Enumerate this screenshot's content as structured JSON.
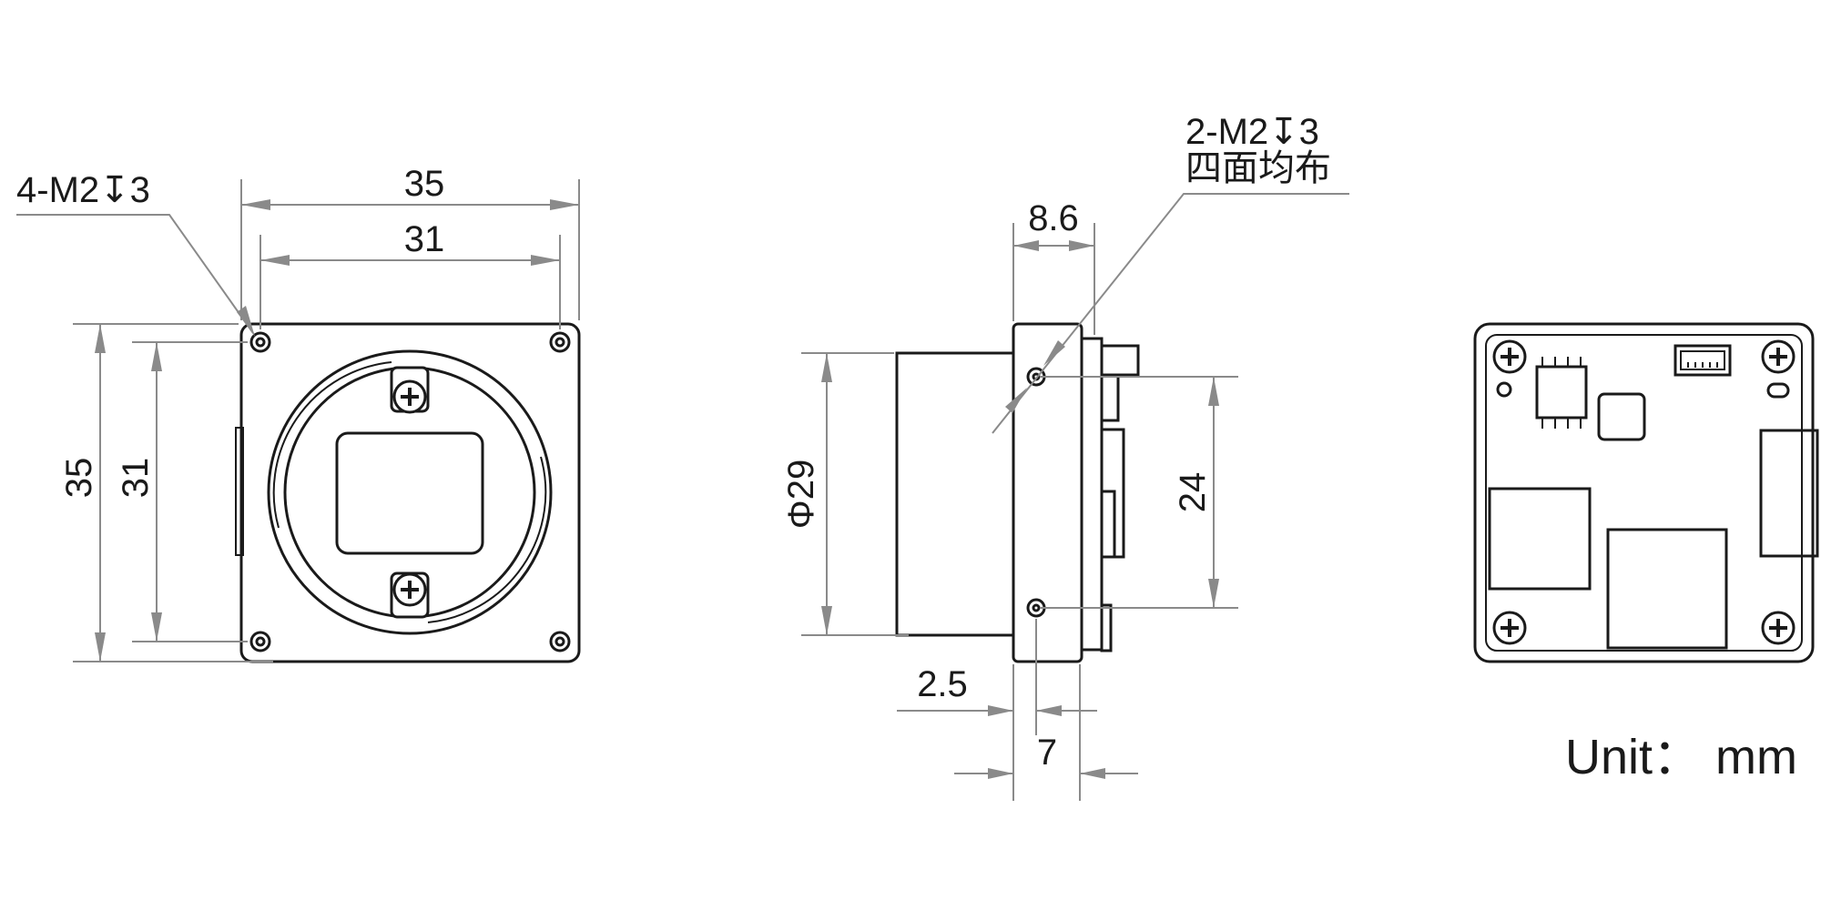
{
  "front_view": {
    "hole_callout": "4-M2↧3",
    "dim_width_outer": "35",
    "dim_width_inner": "31",
    "dim_height_outer": "35",
    "dim_height_inner": "31"
  },
  "side_view": {
    "hole_callout_line1": "2-M2↧3",
    "hole_callout_line2": "四面均布",
    "dim_top": "8.6",
    "dim_diameter": "Φ29",
    "dim_hole_spacing": "24",
    "dim_front_offset": "2.5",
    "dim_depth": "7"
  },
  "back_view": {},
  "unit_label": "Unit： mm",
  "colors": {
    "line": "#1a1a1a",
    "dimension": "#8a8a8a",
    "background": "#ffffff"
  }
}
